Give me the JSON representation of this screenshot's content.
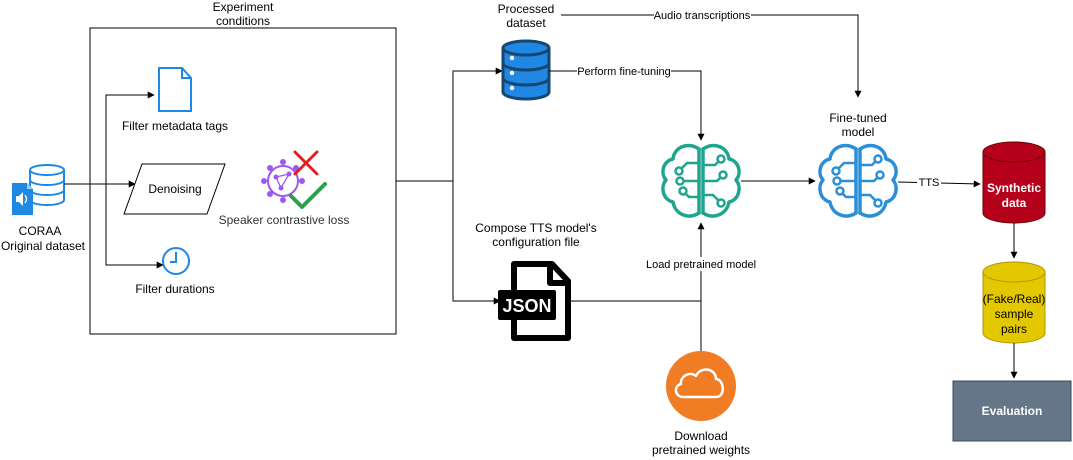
{
  "colors": {
    "blue_icon": "#1F88E5",
    "teal_brain": "#1FA58E",
    "blue_brain": "#2A8FD8",
    "purple_gear": "#9B59F0",
    "red_cross": "#E02020",
    "green_check": "#2E9E4F",
    "db_dark": "#17466E",
    "synthetic_red": "#B5001B",
    "sample_yellow": "#E3C800",
    "eval_gray": "#647687",
    "cloud_orange": "#F07C24"
  },
  "nodes": {
    "coraa": {
      "label_line1": "CORAA",
      "label_line2": "Original dataset",
      "icon": "database-audio-icon"
    },
    "experiment": {
      "label_line1": "Experiment",
      "label_line2": "conditions"
    },
    "filter_tags": {
      "label": "Filter metadata tags",
      "icon": "document-icon"
    },
    "denoising": {
      "label": "Denoising"
    },
    "speaker_loss": {
      "label": "Speaker contrastive loss",
      "icon": "gear-cross-check-icon"
    },
    "filter_durations": {
      "label": "Filter durations",
      "icon": "clock-icon"
    },
    "processed": {
      "label_line1": "Processed",
      "label_line2": "dataset",
      "icon": "database-icon"
    },
    "json": {
      "label_line1": "Compose TTS model's",
      "label_line2": "configuration file",
      "icon_text": "JSON"
    },
    "model": {
      "icon": "brain-circuit-icon"
    },
    "finetuned": {
      "label_line1": "Fine-tuned",
      "label_line2": "model",
      "icon": "brain-circuit-icon"
    },
    "weights": {
      "label_line1": "Download",
      "label_line2": "pretrained weights",
      "icon": "cloud-icon"
    },
    "synthetic": {
      "label_line1": "Synthetic",
      "label_line2": "data"
    },
    "samples": {
      "label_line1": "(Fake/Real)",
      "label_line2": "sample",
      "label_line3": "pairs"
    },
    "evaluation": {
      "label": "Evaluation"
    }
  },
  "edges": {
    "audio_transcriptions": "Audio transcriptions",
    "fine_tuning": "Perform fine-tuning",
    "load_pretrained": "Load pretrained model",
    "tts": "TTS"
  }
}
